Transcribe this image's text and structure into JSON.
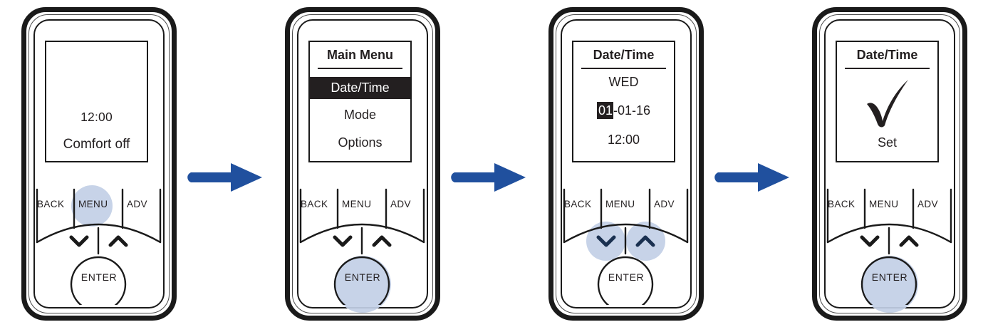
{
  "colors": {
    "frame": "#1a1a1a",
    "lcd_text": "#231f20",
    "highlight_blue": "#c2cfe6",
    "arrow_blue": "#20509e",
    "selected_bg": "#231f20",
    "selected_text": "#ffffff"
  },
  "keypad": {
    "back_label": "BACK",
    "menu_label": "MENU",
    "adv_label": "ADV",
    "enter_label": "ENTER",
    "down_icon": "chevron-down-icon",
    "up_icon": "chevron-up-icon"
  },
  "flow": {
    "arrow_icon": "right-arrow-icon",
    "arrow_count": 3
  },
  "steps": [
    {
      "index": 1,
      "screen_type": "home",
      "time": "12:00",
      "status": "Comfort off",
      "pressed_key": "MENU"
    },
    {
      "index": 2,
      "screen_type": "menu",
      "title": "Main Menu",
      "items": [
        {
          "label": "Date/Time",
          "selected": true
        },
        {
          "label": "Mode",
          "selected": false
        },
        {
          "label": "Options",
          "selected": false
        }
      ],
      "pressed_key": "ENTER"
    },
    {
      "index": 3,
      "screen_type": "date-time-edit",
      "title": "Date/Time",
      "day": "WED",
      "date_segment_active": "01",
      "date_segment_rest": "-01-16",
      "date_full": "01-01-16",
      "time": "12:00",
      "pressed_keys": [
        "DOWN",
        "UP"
      ]
    },
    {
      "index": 4,
      "screen_type": "confirm",
      "title": "Date/Time",
      "check_icon": "checkmark-icon",
      "confirm_label": "Set",
      "pressed_key": "ENTER"
    }
  ]
}
